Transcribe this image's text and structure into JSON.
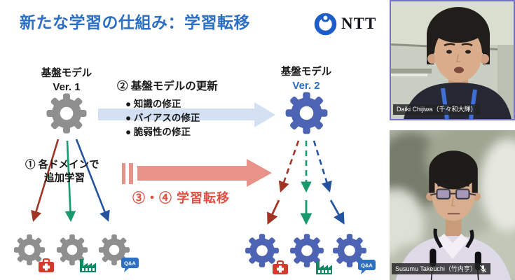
{
  "slide": {
    "title": "新たな学習の仕組み：学習転移",
    "ntt_logo_text": "NTT",
    "model_left": {
      "name": "基盤モデル",
      "version": "Ver. 1"
    },
    "model_right": {
      "name": "基盤モデル",
      "version": "Ver. 2"
    },
    "update_block": {
      "heading": "② 基盤モデルの更新",
      "bullets": [
        "● 知識の修正",
        "● バイアスの修正",
        "● 脆弱性の修正"
      ]
    },
    "domain_note": {
      "line1": "① 各ドメインで",
      "line2": "追加学習"
    },
    "transfer_label": "③・④ 学習転移",
    "qa_badge_label": "Q&A",
    "domain_icons": [
      "first-aid-kit",
      "factory",
      "qa-speech-bubble"
    ],
    "colors": {
      "title_blue": "#2B6FC4",
      "gray_gear": "#8F8F8F",
      "blue_gear": "#4D64B4",
      "light_blue_arrow": "#D2E0F2",
      "salmon_arrow": "#E8938A",
      "transfer_red": "#E05145",
      "line_red": "#A23425",
      "line_green": "#189A6C",
      "line_blue": "#2453A1",
      "badge_red": "#D23A2A",
      "badge_green": "#0E8A63",
      "badge_blue": "#2D6FC1",
      "ntt_blue": "#1C5DC8",
      "active_speaker_border": "#7473C9"
    }
  },
  "participants": [
    {
      "name_label": "Daiki Chijiwa（千々和大輝）",
      "active_speaker": true,
      "muted": false
    },
    {
      "name_label": "Susumu Takeuchi（竹内亨）",
      "active_speaker": false,
      "muted": true
    }
  ]
}
